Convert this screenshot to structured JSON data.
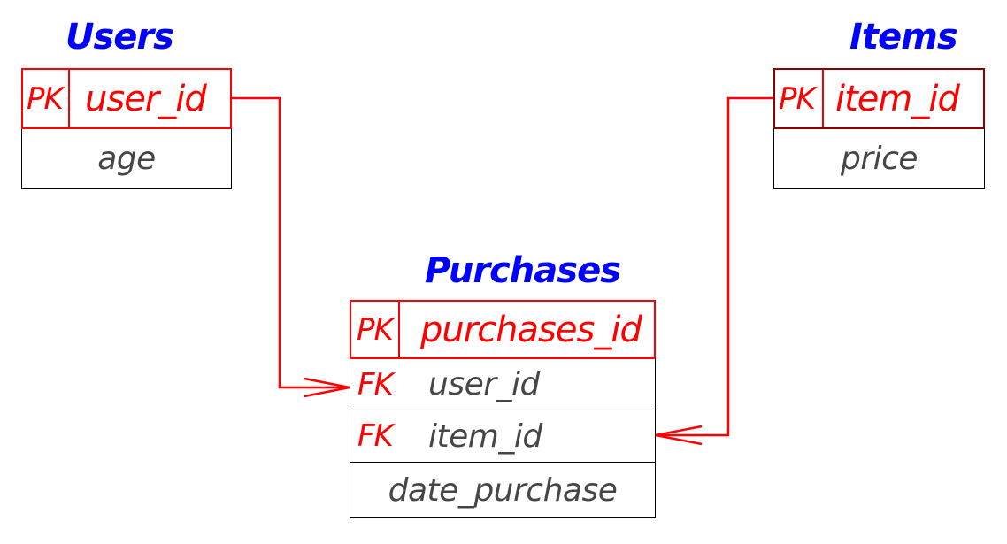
{
  "colors": {
    "title": "#0000ff",
    "key": "#ff0000",
    "border": "#000000",
    "items_pk_border": "#8b0000"
  },
  "tables": {
    "users": {
      "title": "Users",
      "pk_label": "PK",
      "pk_field": "user_id",
      "attrs": [
        "age"
      ]
    },
    "items": {
      "title": "Items",
      "pk_label": "PK",
      "pk_field": "item_id",
      "attrs": [
        "price"
      ]
    },
    "purchases": {
      "title": "Purchases",
      "pk_label": "PK",
      "pk_field": "purchases_id",
      "fk_label": "FK",
      "fk_fields": [
        "user_id",
        "item_id"
      ],
      "attrs": [
        "date_purchase"
      ]
    }
  },
  "relations": [
    {
      "from": "users.user_id",
      "to": "purchases.user_id"
    },
    {
      "from": "items.item_id",
      "to": "purchases.item_id"
    }
  ]
}
